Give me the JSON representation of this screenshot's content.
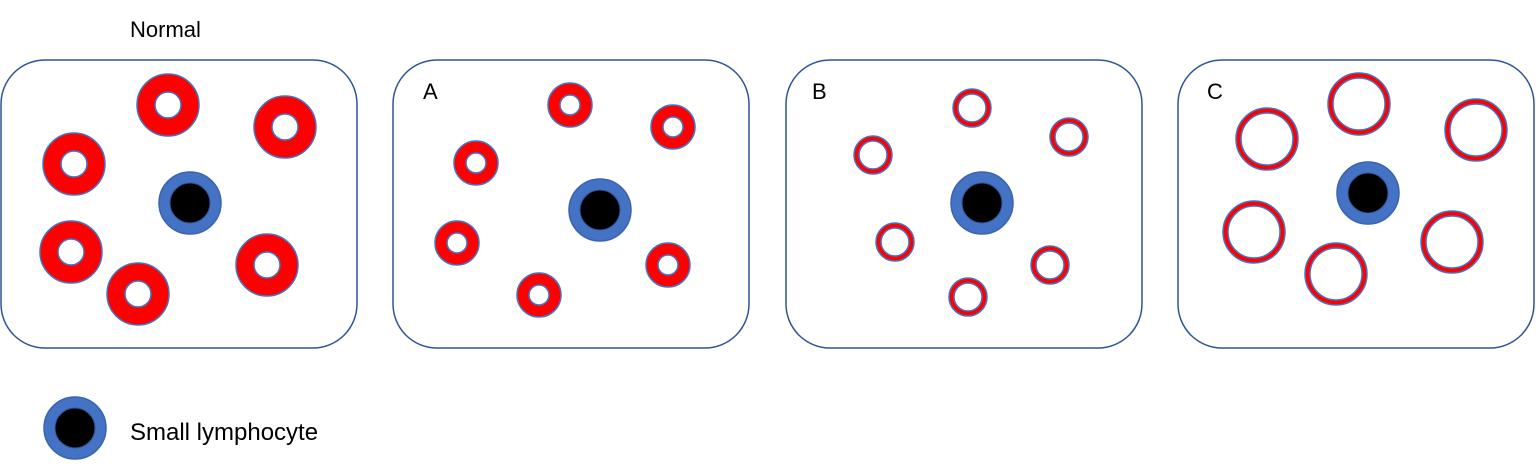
{
  "panels": [
    {
      "label": "Normal"
    },
    {
      "label": "A"
    },
    {
      "label": "B"
    },
    {
      "label": "C"
    }
  ],
  "legend": {
    "label": "Small lymphocyte"
  },
  "colors": {
    "rbc_fill": "#ff0000",
    "cell_outline": "#4472c4",
    "lymphocyte_cytoplasm": "#4472c4",
    "lymphocyte_nucleus": "#000000",
    "panel_border": "#2f5597",
    "cell_center": "#ffffff"
  }
}
